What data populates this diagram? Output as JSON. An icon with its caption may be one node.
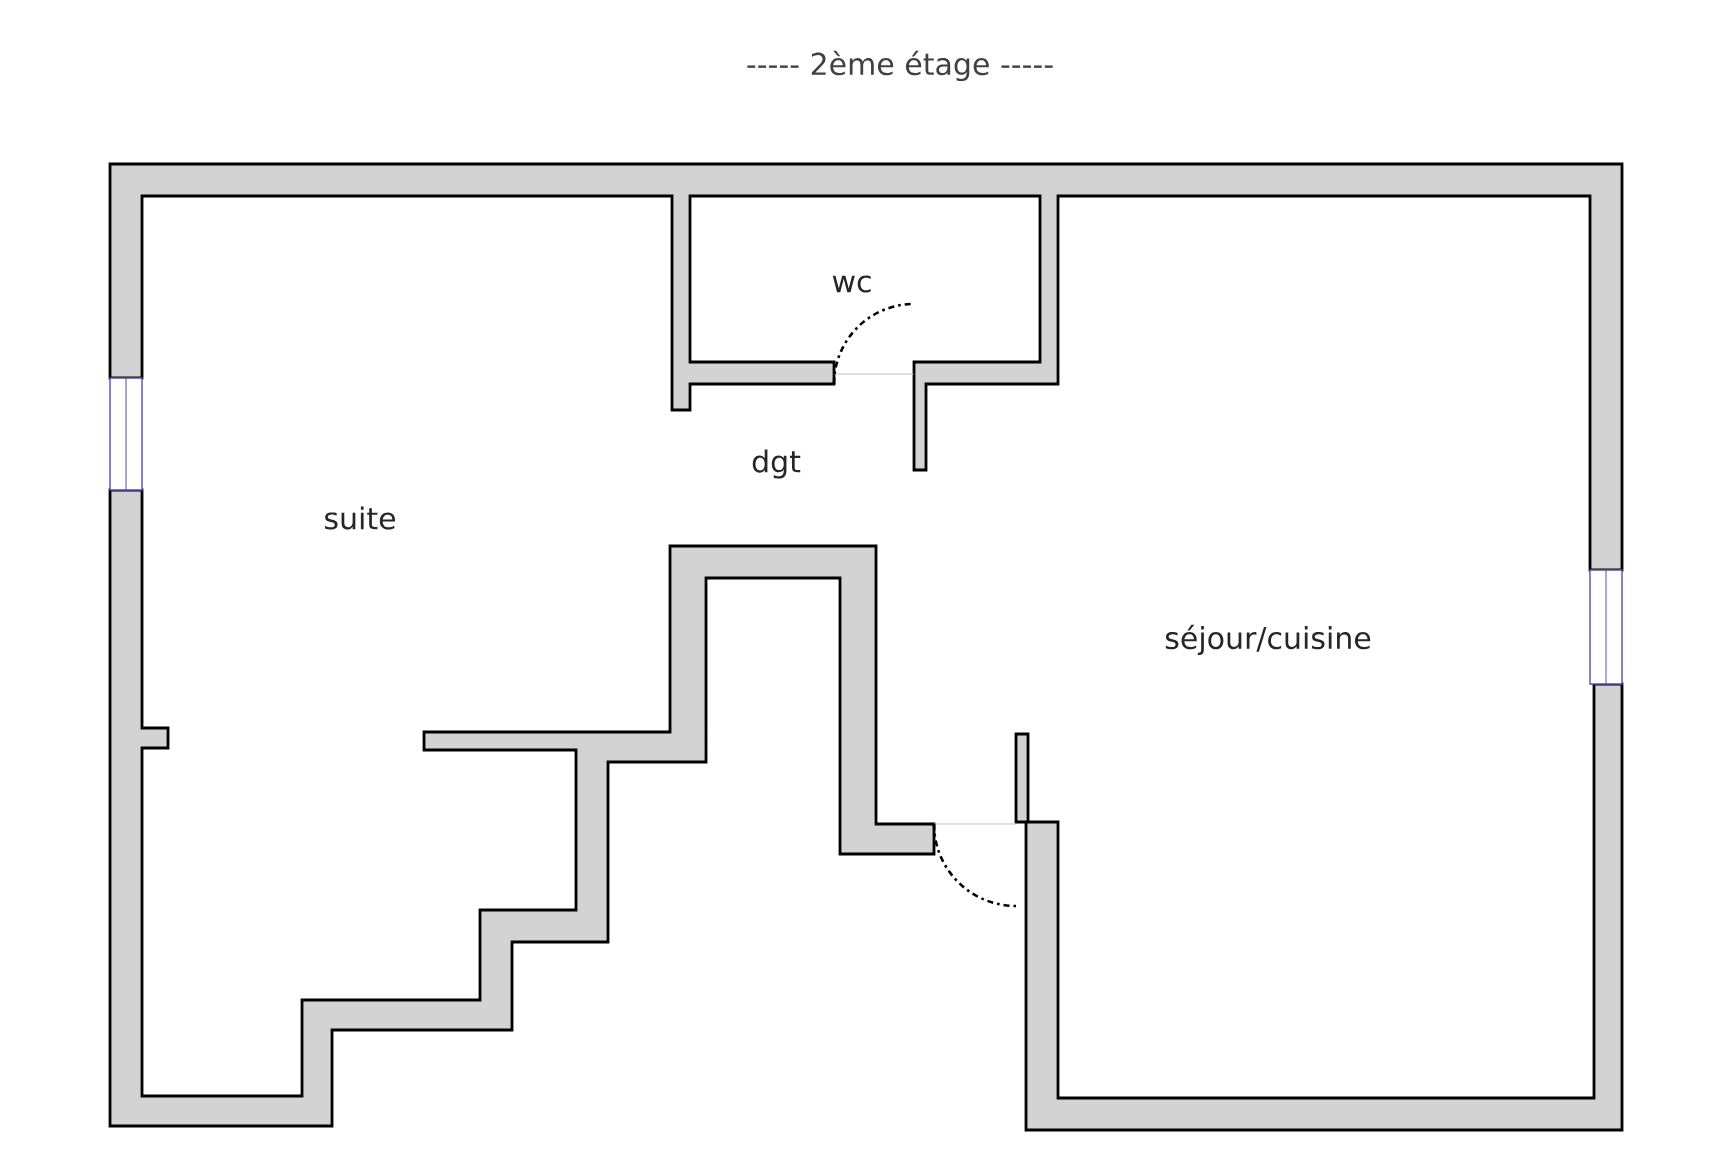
{
  "diagram": {
    "title": "----- 2ème étage -----",
    "labels": [
      "wc",
      "dgt",
      "suite",
      "séjour/cuisine"
    ]
  }
}
